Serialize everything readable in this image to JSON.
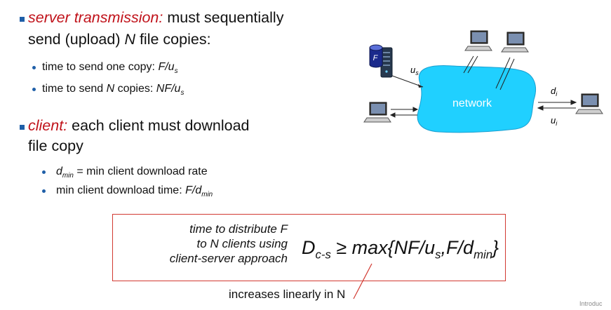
{
  "server": {
    "head": "server transmission:",
    "rest1": " must sequentially",
    "line2a": "send (upload) ",
    "line2N": "N",
    "line2b": " file copies:",
    "sub1_text": "time to send one copy: ",
    "sub1_formula": "F/u",
    "sub1_sub": "s",
    "sub2_text": "time to send ",
    "sub2_N": "N",
    "sub2_text2": " copies: ",
    "sub2_formula": "NF/u",
    "sub2_sub": "s"
  },
  "client": {
    "head": "client:",
    "rest1": " each client must download",
    "line2": "file copy",
    "sub1_d": "d",
    "sub1_dsub": "min",
    "sub1_text": " = min client download rate",
    "sub2_text": "min client download time: ",
    "sub2_formula": "F/d",
    "sub2_sub": "min"
  },
  "diagram": {
    "file_label": "F",
    "us_main": "u",
    "us_sub": "s",
    "network_label": "network",
    "di_main": "d",
    "di_sub": "i",
    "ui_main": "u",
    "ui_sub": "i"
  },
  "formula_box": {
    "caption_line1": "time to  distribute F",
    "caption_line2": "to N clients using",
    "caption_line3": "client-server approach",
    "D": "D",
    "D_sub": "c-s",
    "op": " ≥ max{NF/u",
    "us_sub": "s",
    "mid": ",F/d",
    "dmin_sub": "min",
    "close": "}"
  },
  "note": "increases linearly in N",
  "footer": "Introduc",
  "colors": {
    "accent_red": "#c0121a",
    "bullet_blue": "#1f5fa8",
    "cloud": "#20d0ff",
    "box_border": "#d23a32"
  }
}
